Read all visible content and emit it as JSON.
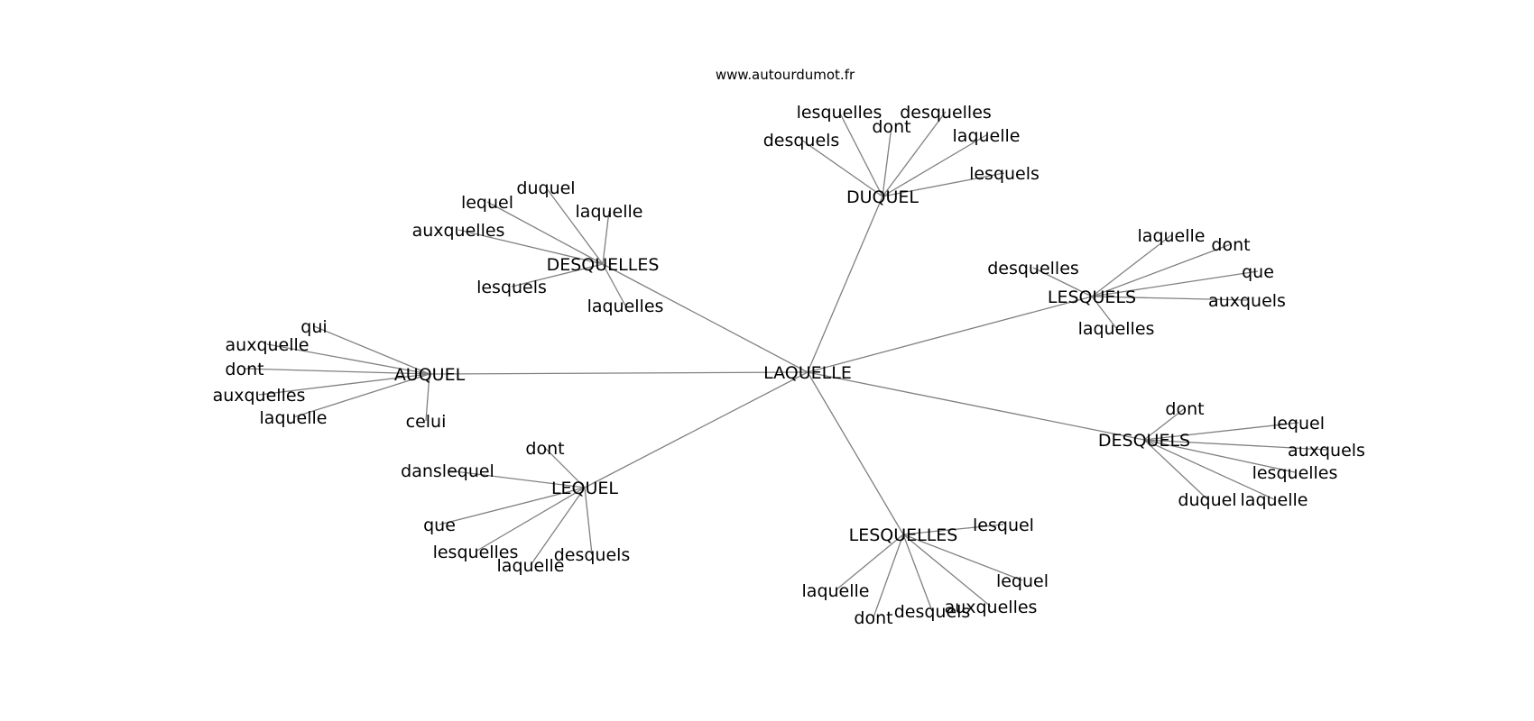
{
  "credit": "www.autourdumot.fr",
  "graph": {
    "center": "LAQUELLE",
    "hubs": [
      {
        "label": "DUQUEL",
        "leaves": [
          "lesquelles",
          "dont",
          "desquelles",
          "laquelle",
          "desquels",
          "lesquels"
        ]
      },
      {
        "label": "DESQUELLES",
        "leaves": [
          "duquel",
          "lequel",
          "laquelle",
          "auxquelles",
          "lesquels",
          "laquelles"
        ]
      },
      {
        "label": "LESQUELS",
        "leaves": [
          "laquelle",
          "dont",
          "desquelles",
          "que",
          "auxquels",
          "laquelles"
        ]
      },
      {
        "label": "AUQUEL",
        "leaves": [
          "qui",
          "auxquelle",
          "dont",
          "auxquelles",
          "laquelle",
          "celui"
        ]
      },
      {
        "label": "DESQUELS",
        "leaves": [
          "dont",
          "lequel",
          "auxquels",
          "lesquelles",
          "duquel",
          "laquelle"
        ]
      },
      {
        "label": "LEQUEL",
        "leaves": [
          "dont",
          "danslequel",
          "que",
          "lesquelles",
          "laquelle",
          "desquels"
        ]
      },
      {
        "label": "LESQUELLES",
        "leaves": [
          "lesquel",
          "lequel",
          "auxquelles",
          "desquels",
          "dont",
          "laquelle"
        ]
      }
    ]
  }
}
